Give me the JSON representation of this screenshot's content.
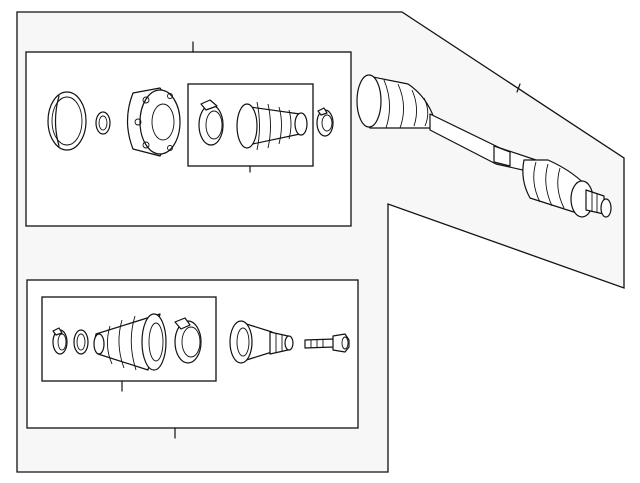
{
  "diagram": {
    "background": "#ffffff",
    "panel_fill": "#f7f7f7",
    "line_color": "#111111",
    "parts": [
      "dust-cap",
      "snap-ring",
      "inner-cv-joint-housing",
      "inner-boot-clamp",
      "inner-boot",
      "inner-boot-clamp-small",
      "axle-shaft-assembly",
      "outer-boot-clamp-small",
      "outer-boot-ring",
      "outer-boot",
      "outer-boot-clamp",
      "outer-cv-joint",
      "axle-bolt"
    ],
    "groups": [
      "inner-joint-kit",
      "inner-boot-kit",
      "outer-joint-kit",
      "outer-boot-kit"
    ]
  }
}
